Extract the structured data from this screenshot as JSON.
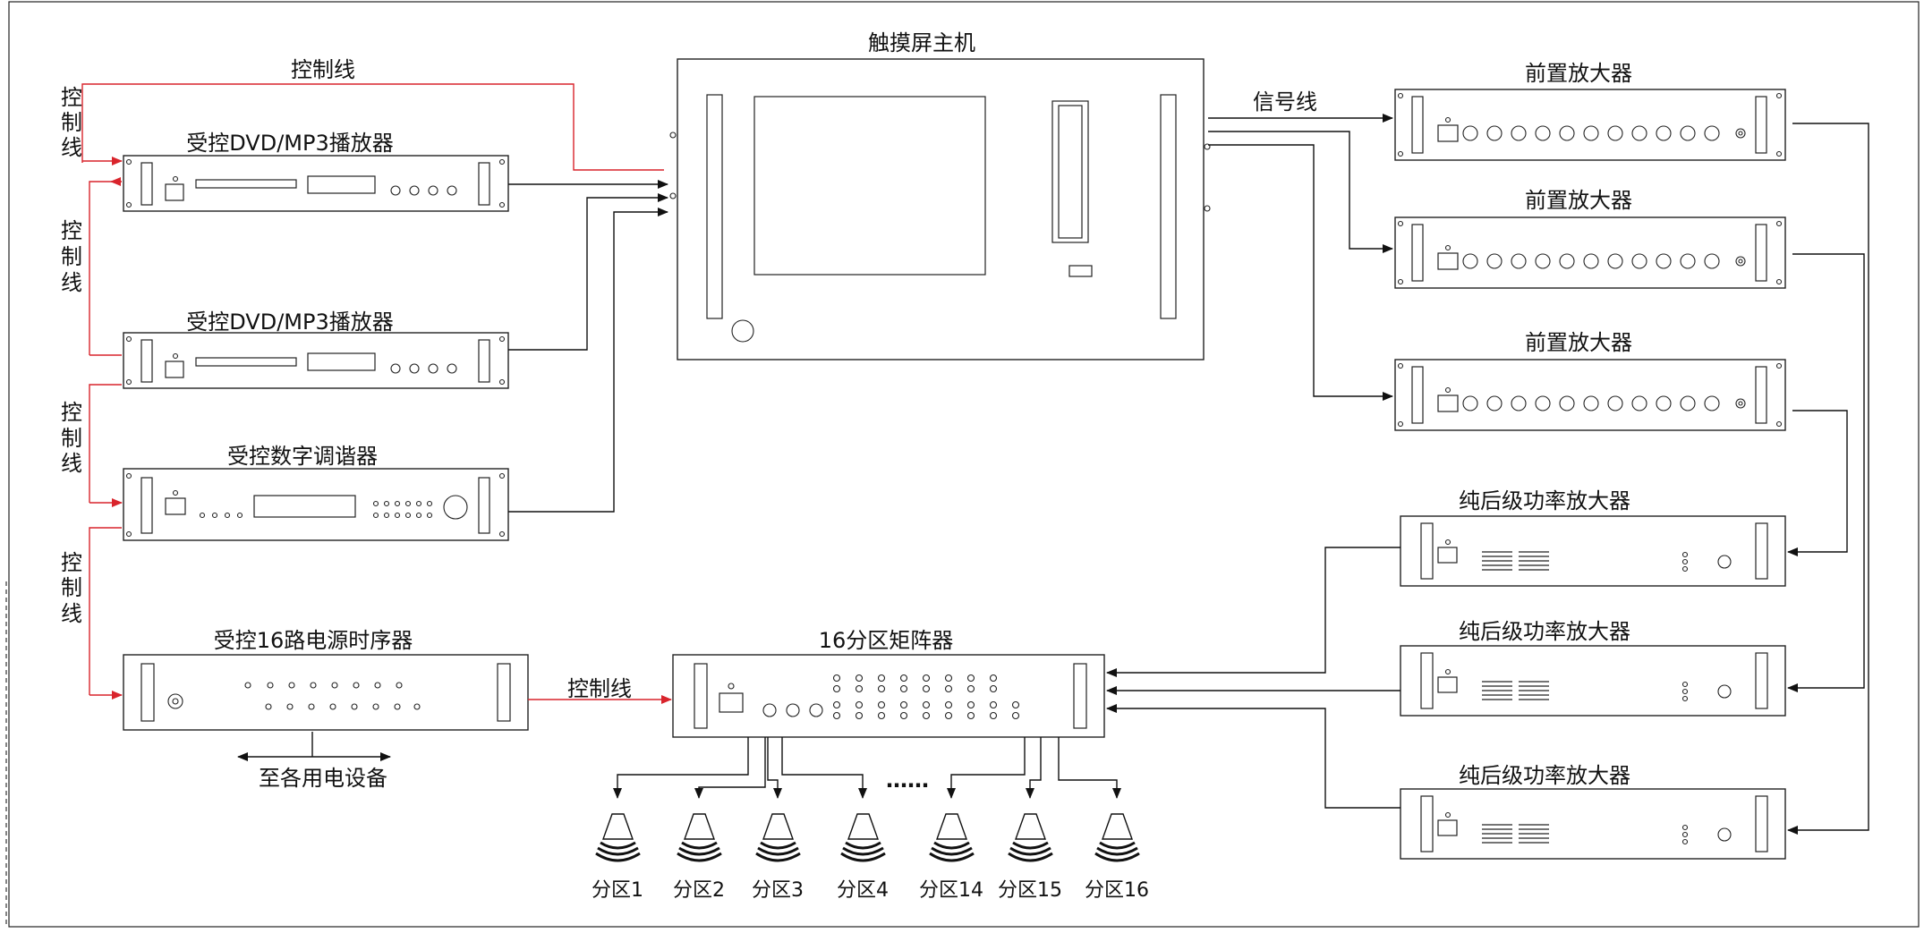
{
  "labels": {
    "host": "触摸屏主机",
    "dvd1": "受控DVD/MP3播放器",
    "dvd2": "受控DVD/MP3播放器",
    "tuner": "受控数字调谐器",
    "sequencer": "受控16路电源时序器",
    "matrix": "16分区矩阵器",
    "preamp1": "前置放大器",
    "preamp2": "前置放大器",
    "preamp3": "前置放大器",
    "power1": "纯后级功率放大器",
    "power2": "纯后级功率放大器",
    "power3": "纯后级功率放大器",
    "control_line_top": "控制线",
    "control_line_matrix": "控制线",
    "signal_line": "信号线",
    "to_devices": "至各用电设备",
    "ellipsis": "……",
    "control_line_vertical": [
      "控",
      "制",
      "线"
    ]
  },
  "zones": [
    "分区1",
    "分区2",
    "分区3",
    "分区4",
    "分区14",
    "分区15",
    "分区16"
  ],
  "colors": {
    "control_line": "#d9242c",
    "signal_line": "#111111"
  }
}
